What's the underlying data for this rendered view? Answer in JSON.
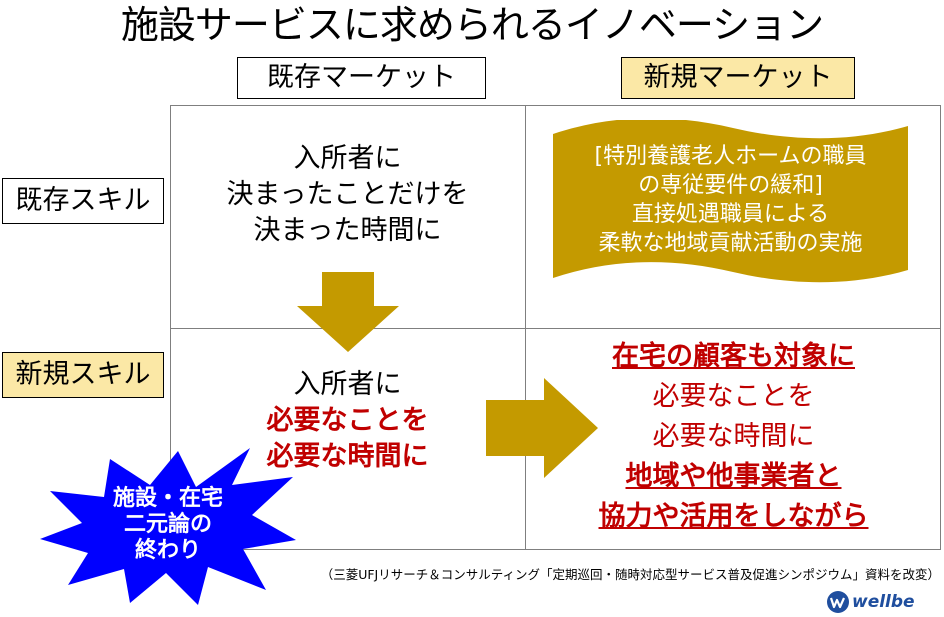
{
  "title": "施設サービスに求められるイノベーション",
  "columns": {
    "existing_market": "既存マーケット",
    "new_market": "新規マーケット"
  },
  "rows": {
    "existing_skill": "既存スキル",
    "new_skill": "新規スキル"
  },
  "q1": {
    "line1": "入所者に",
    "line2": "決まったことだけを",
    "line3": "決まった時間に"
  },
  "q2": {
    "line1": "[特別養護老人ホームの職員",
    "line2": "の専従要件の緩和]",
    "line3": "直接処遇職員による",
    "line4": "柔軟な地域貢献活動の実施"
  },
  "q3": {
    "line1": "入所者に",
    "line2": "必要なことを",
    "line3": "必要な時間に"
  },
  "q4": {
    "line1": "在宅の顧客も対象に",
    "line2": "必要なことを",
    "line3": "必要な時間に",
    "line4": "地域や他事業者と",
    "line5": "協力や活用をしながら"
  },
  "burst": {
    "line1": "施設・在宅",
    "line2": "二元論の",
    "line3": "終わり"
  },
  "source": "（三菱UFJリサーチ＆コンサルティング「定期巡回・随時対応型サービス普及促進シンポジウム」資料を改変）",
  "logo": "wellbe",
  "colors": {
    "gold": "#c49a00",
    "header_fill": "#fbe8a6",
    "red": "#c00000",
    "burst_blue": "#0000ff",
    "logo_blue": "#1f4e9e"
  }
}
